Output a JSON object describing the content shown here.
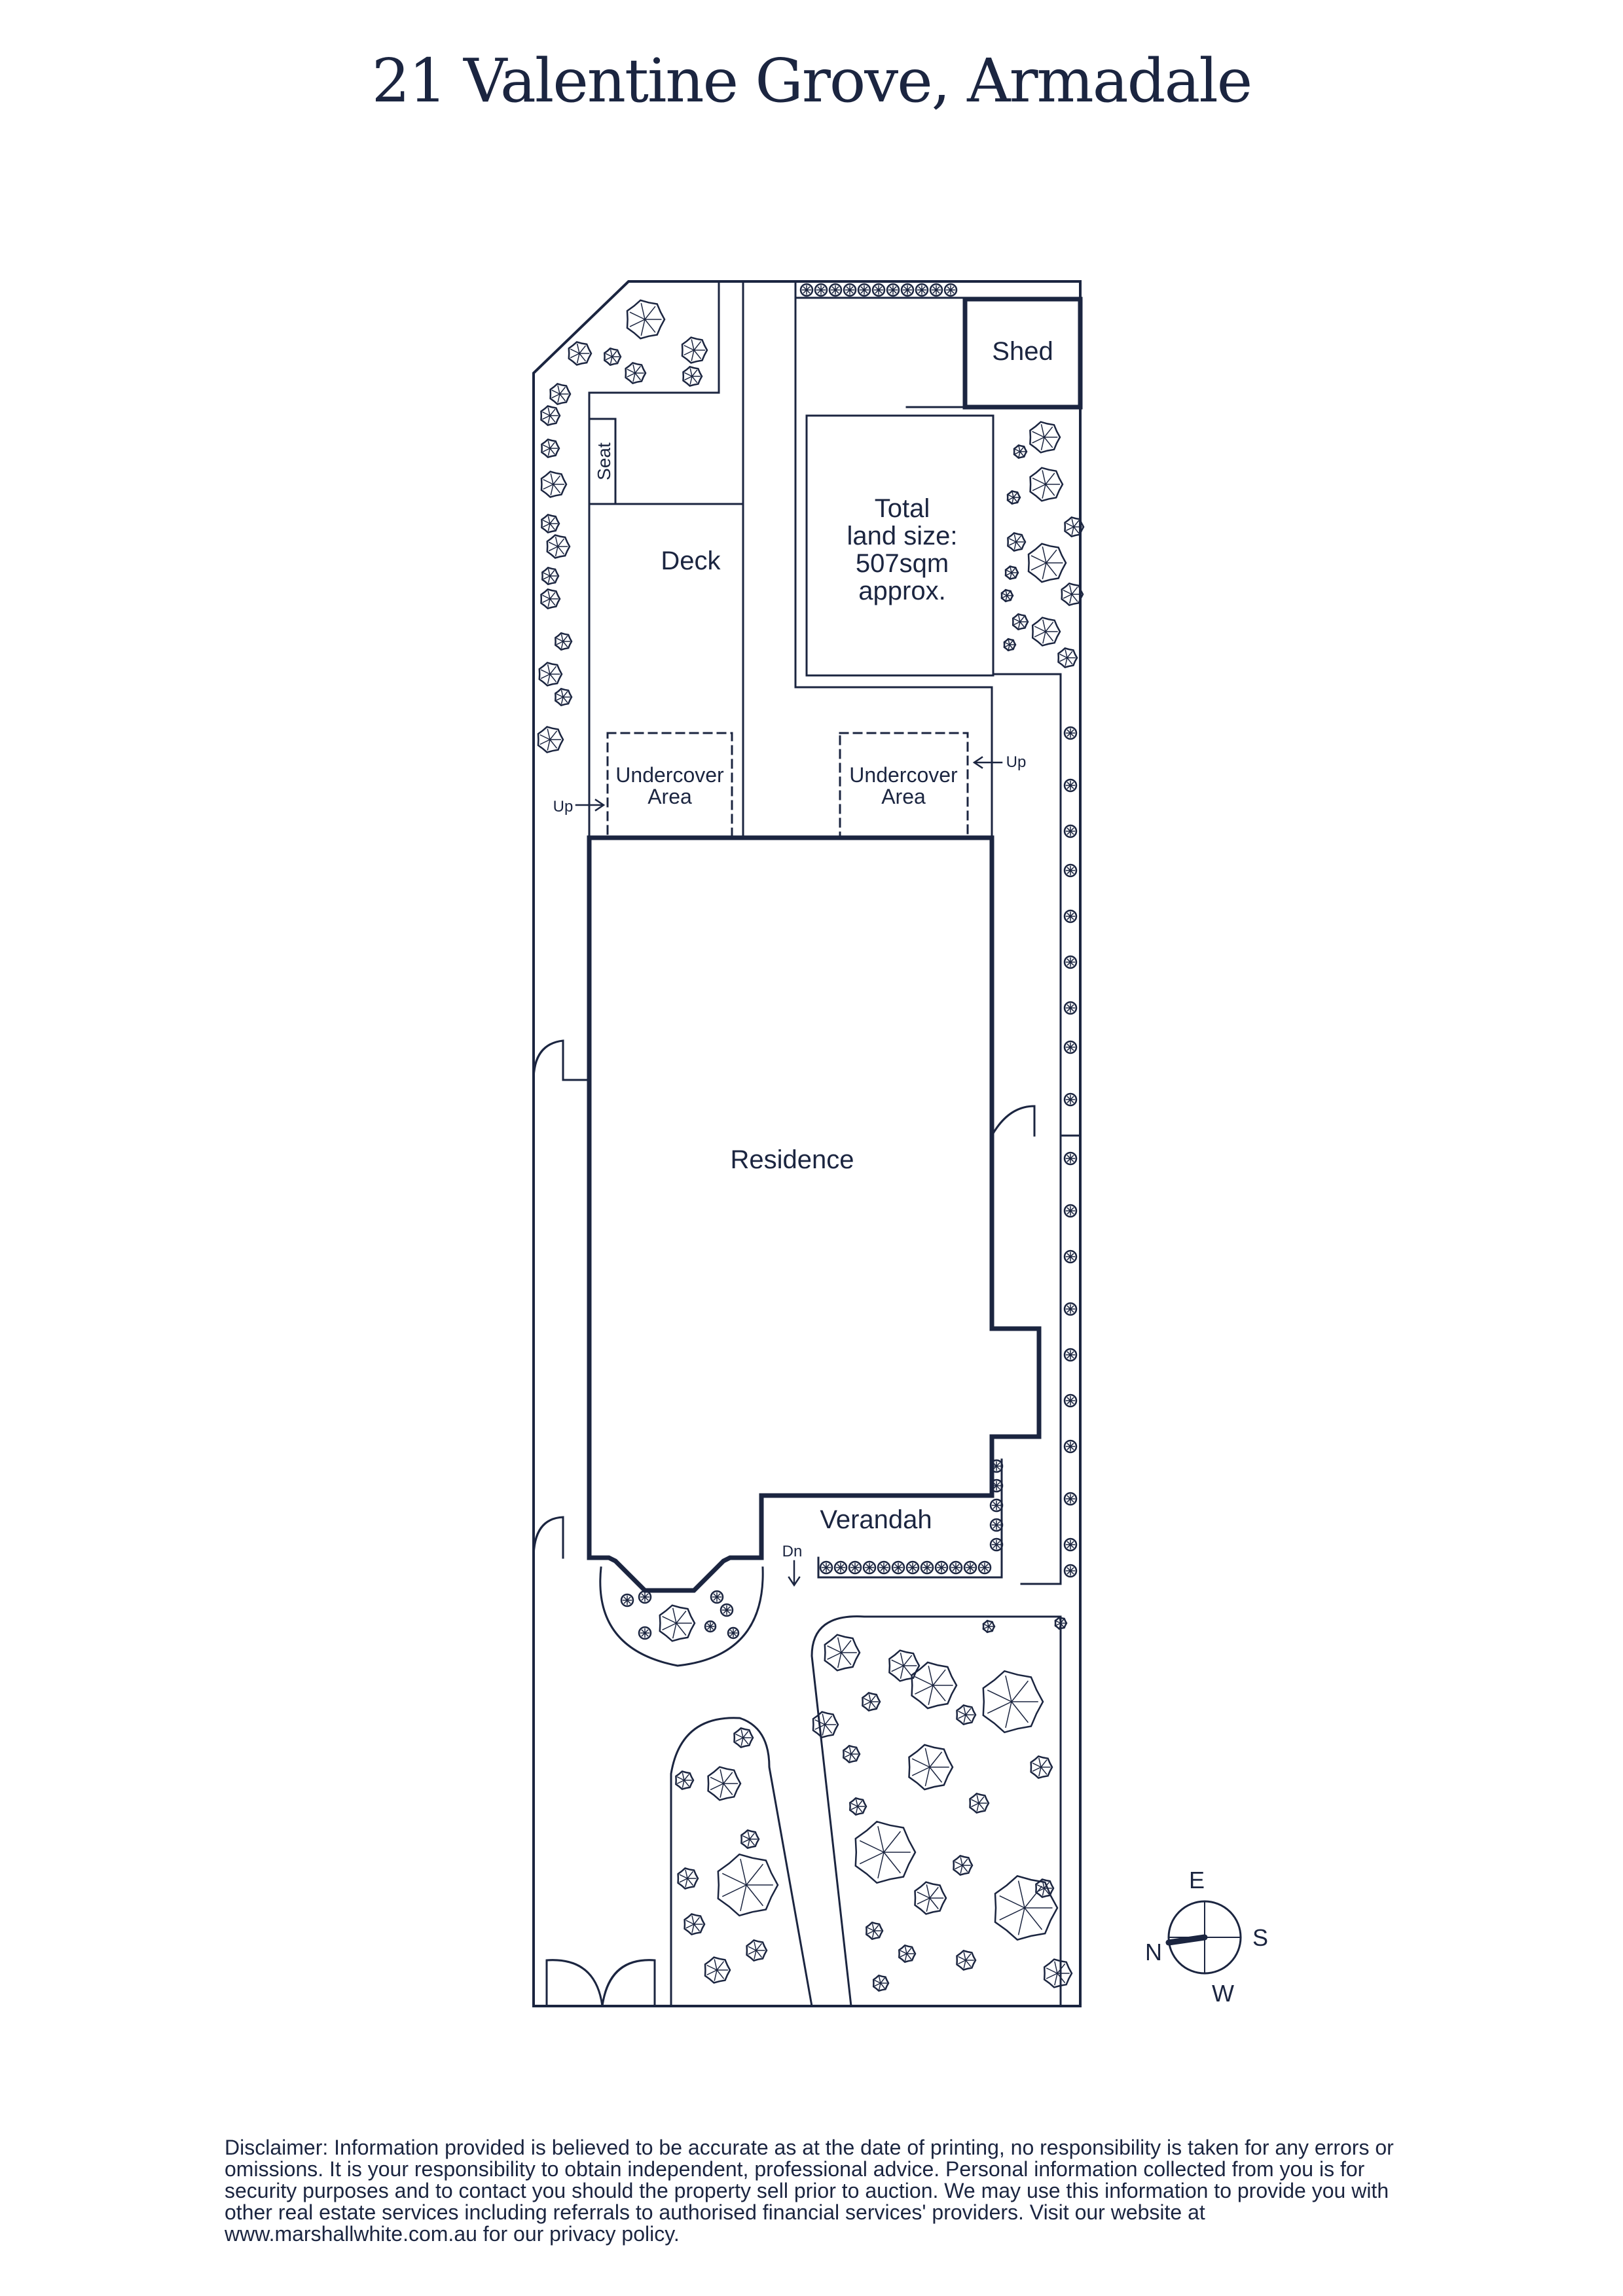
{
  "title": "21 Valentine Grove, Armadale",
  "labels": {
    "shed": "Shed",
    "land_size_lines": [
      "Total",
      "land size:",
      "507sqm",
      "approx."
    ],
    "deck": "Deck",
    "seat": "Seat",
    "undercover_left_lines": [
      "Undercover",
      "Area"
    ],
    "undercover_right_lines": [
      "Undercover",
      "Area"
    ],
    "up_left": "Up",
    "up_right": "Up",
    "residence": "Residence",
    "verandah": "Verandah",
    "dn": "Dn"
  },
  "compass": {
    "east": "E",
    "south": "S",
    "north": "N",
    "west": "W"
  },
  "disclaimer": "Disclaimer: Information provided is believed to be accurate as at the date of printing, no responsibility is taken for any errors or omissions. It is your responsibility to obtain independent, professional advice. Personal information collected from you is for security purposes and to contact you should the property sell prior to auction. We may use this information to provide you with other real estate services including referrals to authorised financial services' providers. Visit our website at www.marshallwhite.com.au for our privacy policy.",
  "colors": {
    "ink": "#1b2540",
    "background": "#ffffff"
  }
}
